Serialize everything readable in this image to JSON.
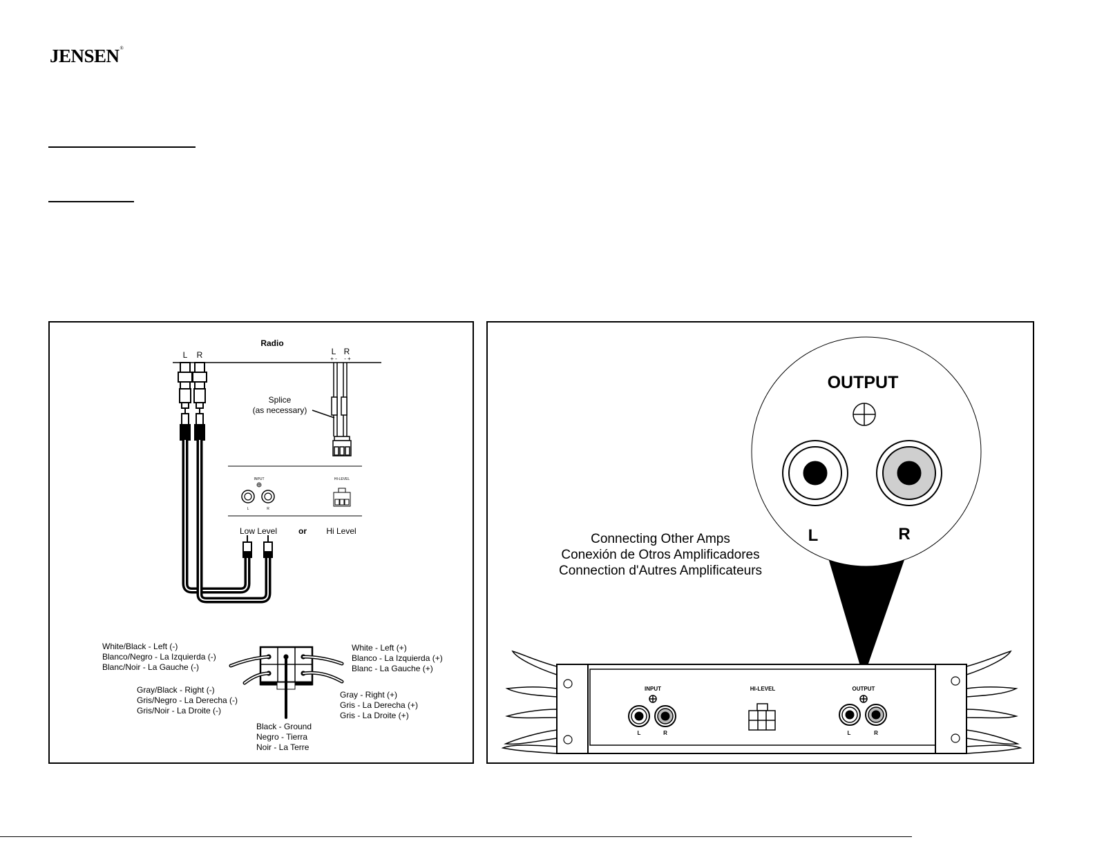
{
  "header": {
    "logo": "JENSEN",
    "logo_mark": "®"
  },
  "left_panel": {
    "radio_label": "Radio",
    "rca_left": "L",
    "rca_right": "R",
    "hi_left": "L",
    "hi_right": "R",
    "hi_polarity_left": "+ -",
    "hi_polarity_right": "- +",
    "splice_line1": "Splice",
    "splice_line2": "(as necessary)",
    "amp_input_label": "INPUT",
    "amp_hilevel_label": "HI-LEVEL",
    "amp_jack_l": "L",
    "amp_jack_r": "R",
    "low_level": "Low Level",
    "or": "or",
    "hi_level": "Hi Level",
    "wire_white_black": [
      "White/Black - Left (-)",
      "Blanco/Negro - La Izquierda (-)",
      "Blanc/Noir - La Gauche (-)"
    ],
    "wire_white": [
      "White - Left (+)",
      "Blanco - La Izquierda (+)",
      "Blanc - La Gauche (+)"
    ],
    "wire_gray_black": [
      "Gray/Black - Right (-)",
      "Gris/Negro - La Derecha (-)",
      "Gris/Noir - La Droite (-)"
    ],
    "wire_gray": [
      "Gray - Right (+)",
      "Gris - La Derecha (+)",
      "Gris - La Droite (+)"
    ],
    "wire_black": [
      "Black - Ground",
      "Negro - Tierra",
      "Noir - La Terre"
    ]
  },
  "right_panel": {
    "output_title": "OUTPUT",
    "output_l": "L",
    "output_r": "R",
    "caption": [
      "Connecting Other Amps",
      "Conexión de Otros Amplificadores",
      "Connection d'Autres Amplificateurs"
    ],
    "amp_input": "INPUT",
    "amp_hilevel": "HI-LEVEL",
    "amp_output": "OUTPUT",
    "jack_l": "L",
    "jack_r": "R"
  }
}
